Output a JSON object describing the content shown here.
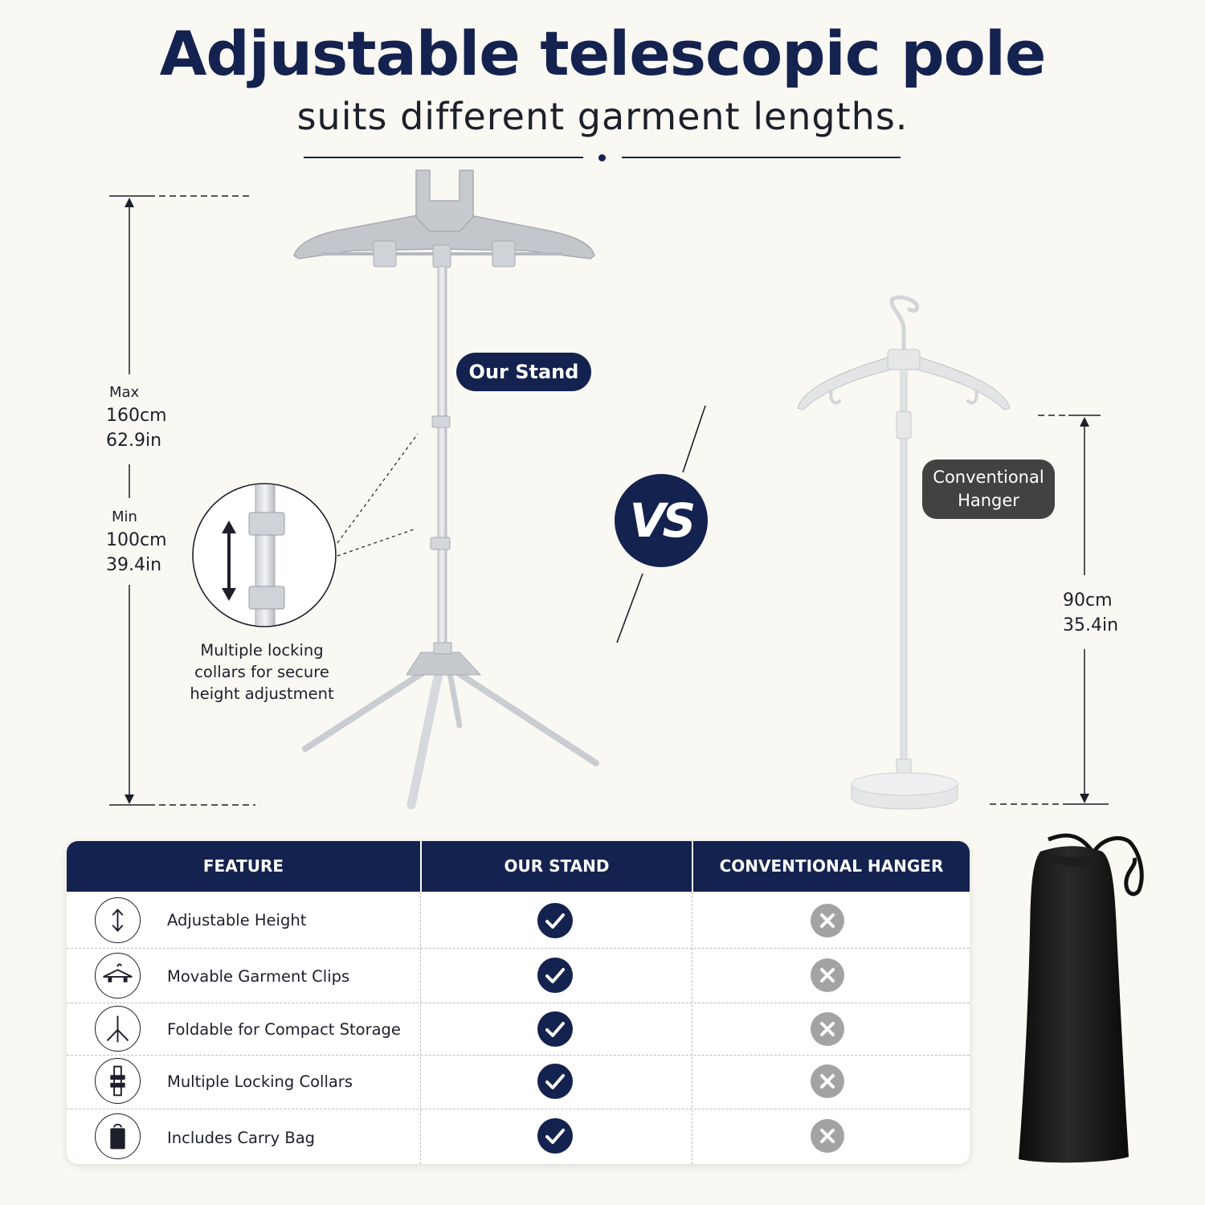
{
  "header": {
    "title": "Adjustable telescopic pole",
    "subtitle": "suits different garment lengths."
  },
  "our_stand": {
    "badge": "Our Stand",
    "max_label": "Max",
    "max_cm": "160cm",
    "max_in": "62.9in",
    "min_label": "Min",
    "min_cm": "100cm",
    "min_in": "39.4in",
    "collar_caption_line1": "Multiple locking",
    "collar_caption_line2": "collars for secure",
    "collar_caption_line3": "height adjustment"
  },
  "versus": {
    "label": "VS"
  },
  "conventional": {
    "badge_line1": "Conventional",
    "badge_line2": "Hanger",
    "height_cm": "90cm",
    "height_in": "35.4in"
  },
  "table": {
    "headers": [
      "FEATURE",
      "OUR STAND",
      "CONVENTIONAL HANGER"
    ],
    "rows": [
      {
        "icon": "vertical-arrows-icon",
        "feature": "Adjustable Height",
        "our_stand": true,
        "conventional": false
      },
      {
        "icon": "hanger-clips-icon",
        "feature": "Movable Garment Clips",
        "our_stand": true,
        "conventional": false
      },
      {
        "icon": "tripod-icon",
        "feature": "Foldable for Compact Storage",
        "our_stand": true,
        "conventional": false
      },
      {
        "icon": "locking-collar-icon",
        "feature": "Multiple Locking Collars",
        "our_stand": true,
        "conventional": false
      },
      {
        "icon": "carry-bag-icon",
        "feature": "Includes Carry Bag",
        "our_stand": true,
        "conventional": false
      }
    ]
  },
  "colors": {
    "navy": "#14224f",
    "background": "#faf8f3",
    "cross_grey": "#a3a3a3",
    "conventional_badge": "#424242"
  }
}
